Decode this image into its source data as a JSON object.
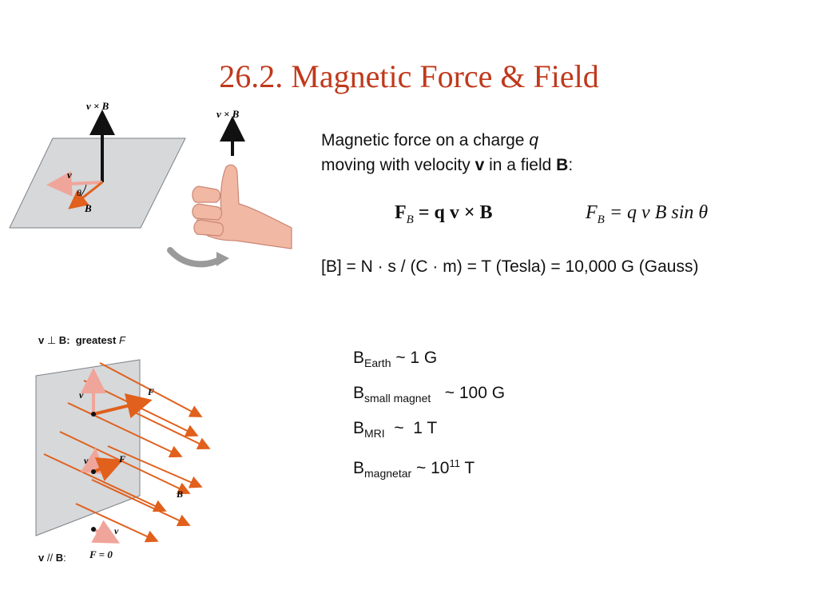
{
  "title": "26.2. Magnetic Force & Field",
  "intro": {
    "line1_text": "Magnetic force on a charge ",
    "line1_var": "q",
    "line2_pre": "moving with velocity ",
    "line2_v": "v",
    "line2_mid": " in a field ",
    "line2_b": "B",
    "line2_end": ":"
  },
  "equations": {
    "vector_lhs": "F",
    "vector_sub": "B",
    "vector_rhs": " = q v × B",
    "scalar_lhs": "F",
    "scalar_sub": "B",
    "scalar_rhs": " = q v B sin θ"
  },
  "units": "[B] = N · s /  (C · m)  = T (Tesla)  = 10,000 G (Gauss)",
  "field_values": [
    {
      "sym": "B",
      "sub": "Earth",
      "rest": " ~ 1 G",
      "sup": "",
      "tail": ""
    },
    {
      "sym": "B",
      "sub": "small magnet",
      "rest": "   ~ 100 G",
      "sup": "",
      "tail": ""
    },
    {
      "sym": "B",
      "sub": "MRI",
      "rest": "  ~  1 T",
      "sup": "",
      "tail": ""
    },
    {
      "sym": "B",
      "sub": "magnetar",
      "rest": " ~ 10",
      "sup": "11",
      "tail": " T"
    }
  ],
  "captions": {
    "perp_v": "v",
    "perp_sym": " ⊥ ",
    "perp_b": "B",
    "perp_rest": ":  greatest ",
    "perp_f": "F",
    "par_v": "v",
    "par_sym": " // ",
    "par_b": "B",
    "par_rest": ":"
  },
  "figure_labels": {
    "vxb": "v × B",
    "v": "v",
    "theta": "θ",
    "b": "B",
    "f": "F",
    "f_zero": "F = 0"
  },
  "colors": {
    "title": "#c0391b",
    "arrow_orange": "#e0601c",
    "arrow_pink": "#f0a59a",
    "plane_gray": "#d6d8da",
    "hand_skin": "#f1b8a4",
    "curve_gray": "#9a9a9a"
  }
}
